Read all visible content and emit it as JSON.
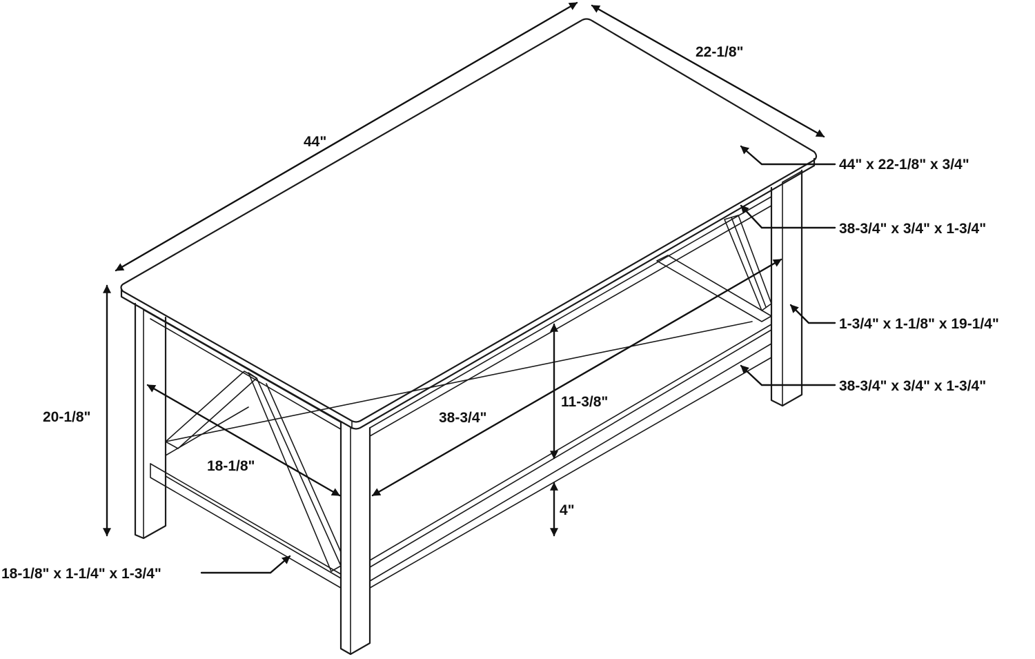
{
  "diagram": {
    "dimensions": {
      "top_length": "44\"",
      "top_width": "22-1/8\"",
      "overall_height": "20-1/8\"",
      "shelf_depth": "18-1/8\"",
      "shelf_length": "38-3/4\"",
      "shelf_clearance": "11-3/8\"",
      "shelf_height_from_floor": "4\""
    },
    "parts": {
      "tabletop": "44\" x 22-1/8\" x 3/4\"",
      "upper_apron": "38-3/4\" x 3/4\" x 1-3/4\"",
      "leg": "1-3/4\" x 1-1/8\" x 19-1/4\"",
      "lower_rail": "38-3/4\" x 3/4\" x 1-3/4\"",
      "side_rail": "18-1/8\" x 1-1/4\" x 1-3/4\""
    },
    "colors": {
      "line": "#1a1a1a",
      "background": "#ffffff"
    }
  }
}
